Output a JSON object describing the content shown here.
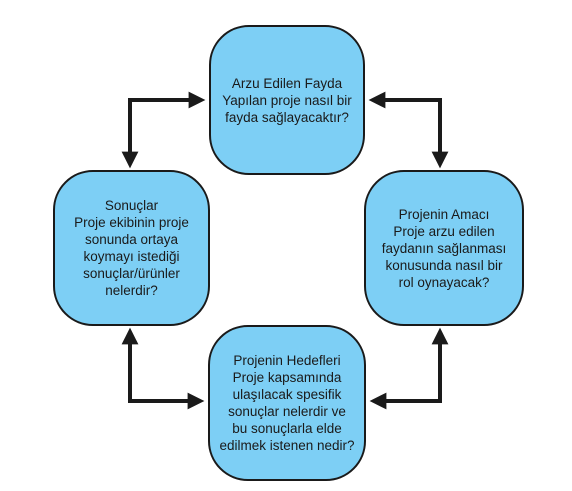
{
  "colors": {
    "node_fill": "#7dcff5",
    "node_border": "#1a1a1a",
    "arrow": "#1a1a1a"
  },
  "nodes": {
    "top": {
      "lines": [
        "Arzu Edilen Fayda",
        "Yapılan proje nasıl bir",
        "fayda sağlayacaktır?"
      ]
    },
    "right": {
      "lines": [
        "Projenin Amacı",
        "Proje arzu edilen",
        "faydanın sağlanması",
        "konusunda nasıl bir",
        "rol oynayacak?"
      ]
    },
    "bottom": {
      "lines": [
        "Projenin Hedefleri",
        "Proje kapsamında",
        "ulaşılacak spesifik",
        "sonuçlar nelerdir ve",
        "bu sonuçlarla elde",
        "edilmek istenen nedir?"
      ]
    },
    "left": {
      "lines": [
        "Sonuçlar",
        "Proje ekibinin proje",
        "sonunda ortaya",
        "koymayı istediği",
        "sonuçlar/ürünler",
        "nelerdir?"
      ]
    }
  },
  "connectors": [
    {
      "from": "top",
      "to": "right",
      "direction": "bidirectional"
    },
    {
      "from": "right",
      "to": "bottom",
      "direction": "bidirectional"
    },
    {
      "from": "bottom",
      "to": "left",
      "direction": "bidirectional"
    },
    {
      "from": "left",
      "to": "top",
      "direction": "bidirectional"
    }
  ]
}
